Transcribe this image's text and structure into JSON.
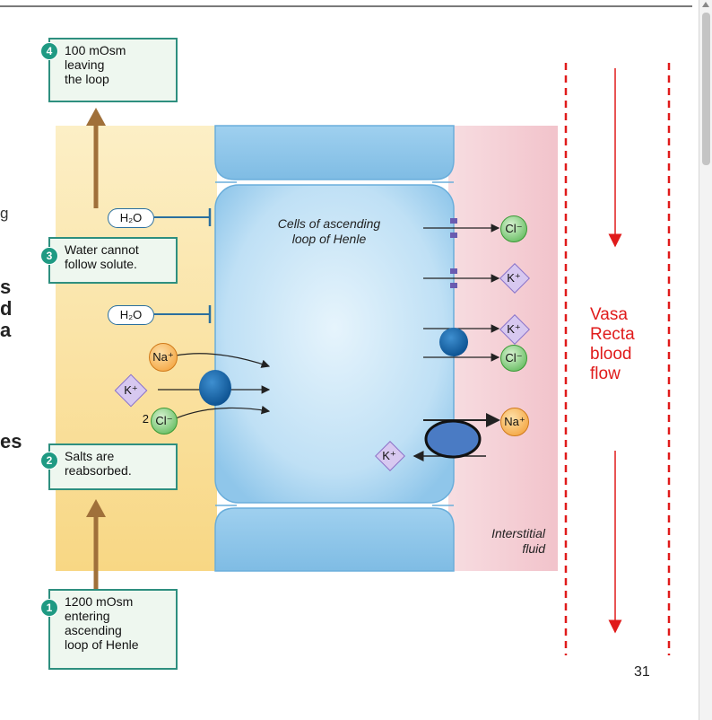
{
  "fragments": [
    "g",
    "s",
    "d",
    "a",
    "es"
  ],
  "steps": [
    {
      "number": "1",
      "lines": [
        "1200 mOsm",
        "entering",
        "ascending",
        "loop of Henle"
      ]
    },
    {
      "number": "2",
      "lines": [
        "Salts are",
        "reabsorbed."
      ]
    },
    {
      "number": "3",
      "lines": [
        "Water cannot",
        "follow solute."
      ]
    },
    {
      "number": "4",
      "lines": [
        "100 mOsm",
        "leaving",
        "the loop"
      ]
    }
  ],
  "cell_label": [
    "Cells of ascending",
    "loop of Henle"
  ],
  "interstitial_label": [
    "Interstitial",
    "fluid"
  ],
  "ions": {
    "water": "H₂O",
    "sodium": "Na⁺",
    "potassium": "K⁺",
    "chloride": "Cl⁻",
    "chloride_coefficient": "2"
  },
  "vasa_recta_label": [
    "Vasa",
    "Recta",
    "blood",
    "flow"
  ],
  "page_number": "31",
  "colors": {
    "lumen": "#fbe9b2",
    "cell": "#a9d4f0",
    "interstitial": "#f5cdd3",
    "box_border": "#2e8f7f",
    "arrow_brown": "#a0703a",
    "blood_flow": "#e01b1b",
    "transporter": "#0a5fa5"
  }
}
